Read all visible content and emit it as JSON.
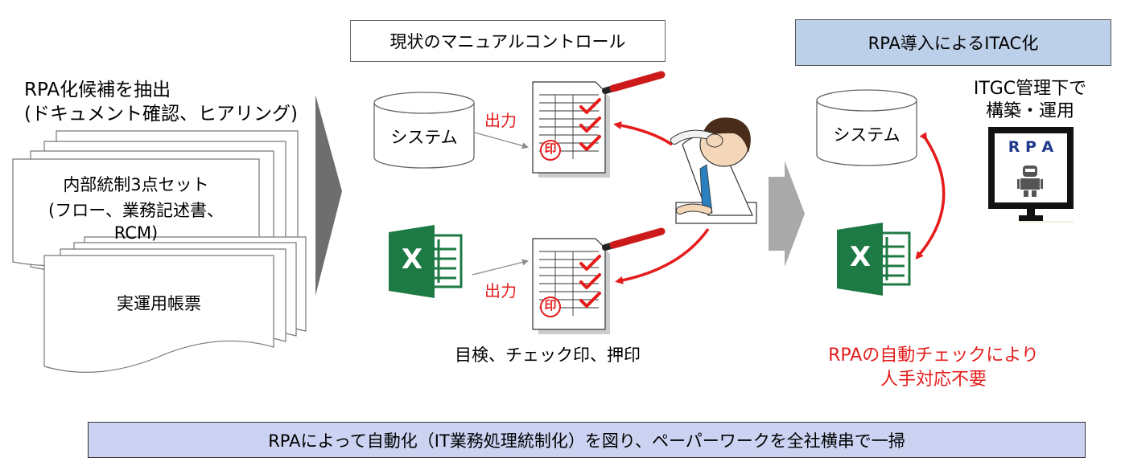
{
  "left": {
    "heading_line1": "RPA化候補を抽出",
    "heading_line2": "(ドキュメント確認、ヒアリング)",
    "doc1_line1": "内部統制3点セット",
    "doc1_line2": "(フロー、業務記述書、",
    "doc1_line3": "RCM)",
    "doc2": "実運用帳票"
  },
  "middle": {
    "title": "現状のマニュアルコントロール",
    "system_label": "システム",
    "output_label_top": "出力",
    "output_label_bottom": "出力",
    "stamp_char": "印",
    "caption": "目検、チェック印、押印"
  },
  "right": {
    "title": "RPA導入によるITAC化",
    "itgc_line1": "ITGC管理下で",
    "itgc_line2": "構築・運用",
    "monitor_label": "R P A",
    "system_label": "システム",
    "note_line1": "RPAの自動チェックにより",
    "note_line2": "人手対応不要"
  },
  "excel_glyph": "X",
  "footer": "RPAによって自動化（IT業務処理統制化）を図り、ペーパーワークを全社横串で一掃",
  "colors": {
    "right_title_bg": "#bdd0ea",
    "footer_bg": "#ccd3f2",
    "red": "#e51c1c",
    "excel_green": "#1e7a45",
    "gray_arrow": "#a9a9a9",
    "dark_arrow": "#6e6e6e"
  }
}
